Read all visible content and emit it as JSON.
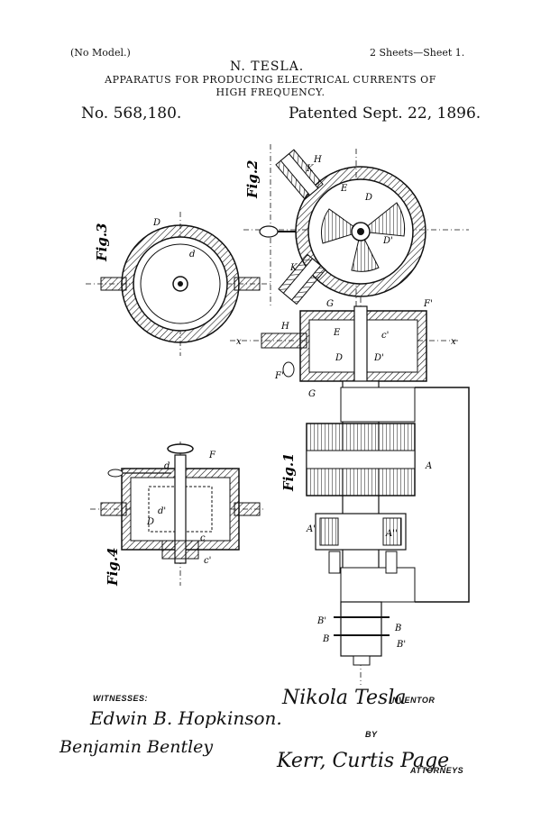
{
  "header": {
    "model_note": "(No Model.)",
    "sheet_note": "2 Sheets—Sheet 1.",
    "inventor_name": "N. TESLA.",
    "title_line1": "APPARATUS FOR PRODUCING ELECTRICAL CURRENTS OF",
    "title_line2": "HIGH FREQUENCY.",
    "patent_no": "No. 568,180.",
    "patent_date": "Patented Sept. 22, 1896."
  },
  "figures": {
    "fig1": "Fig.1",
    "fig2": "Fig.2",
    "fig3": "Fig.3",
    "fig4": "Fig.4",
    "refs": {
      "A": "A",
      "B": "B",
      "B1": "B'",
      "D": "D",
      "D1": "D'",
      "E": "E",
      "F": "F",
      "F1": "F'",
      "G": "G",
      "H": "H",
      "K": "K",
      "x": "x",
      "c": "c",
      "c1": "c'",
      "d": "d",
      "d1": "d'",
      "A1": "A'",
      "A2": "A''"
    }
  },
  "footer": {
    "witnesses_label": "WITNESSES:",
    "witness1": "Edwin B. Hopkinson.",
    "witness2": "Benjamin Bentley",
    "inventor_signature": "Nikola Tesla",
    "inventor_label": "INVENTOR",
    "by_label": "BY",
    "attorney_signature": "Kerr, Curtis Page",
    "attorneys_label": "ATTORNEYS"
  }
}
